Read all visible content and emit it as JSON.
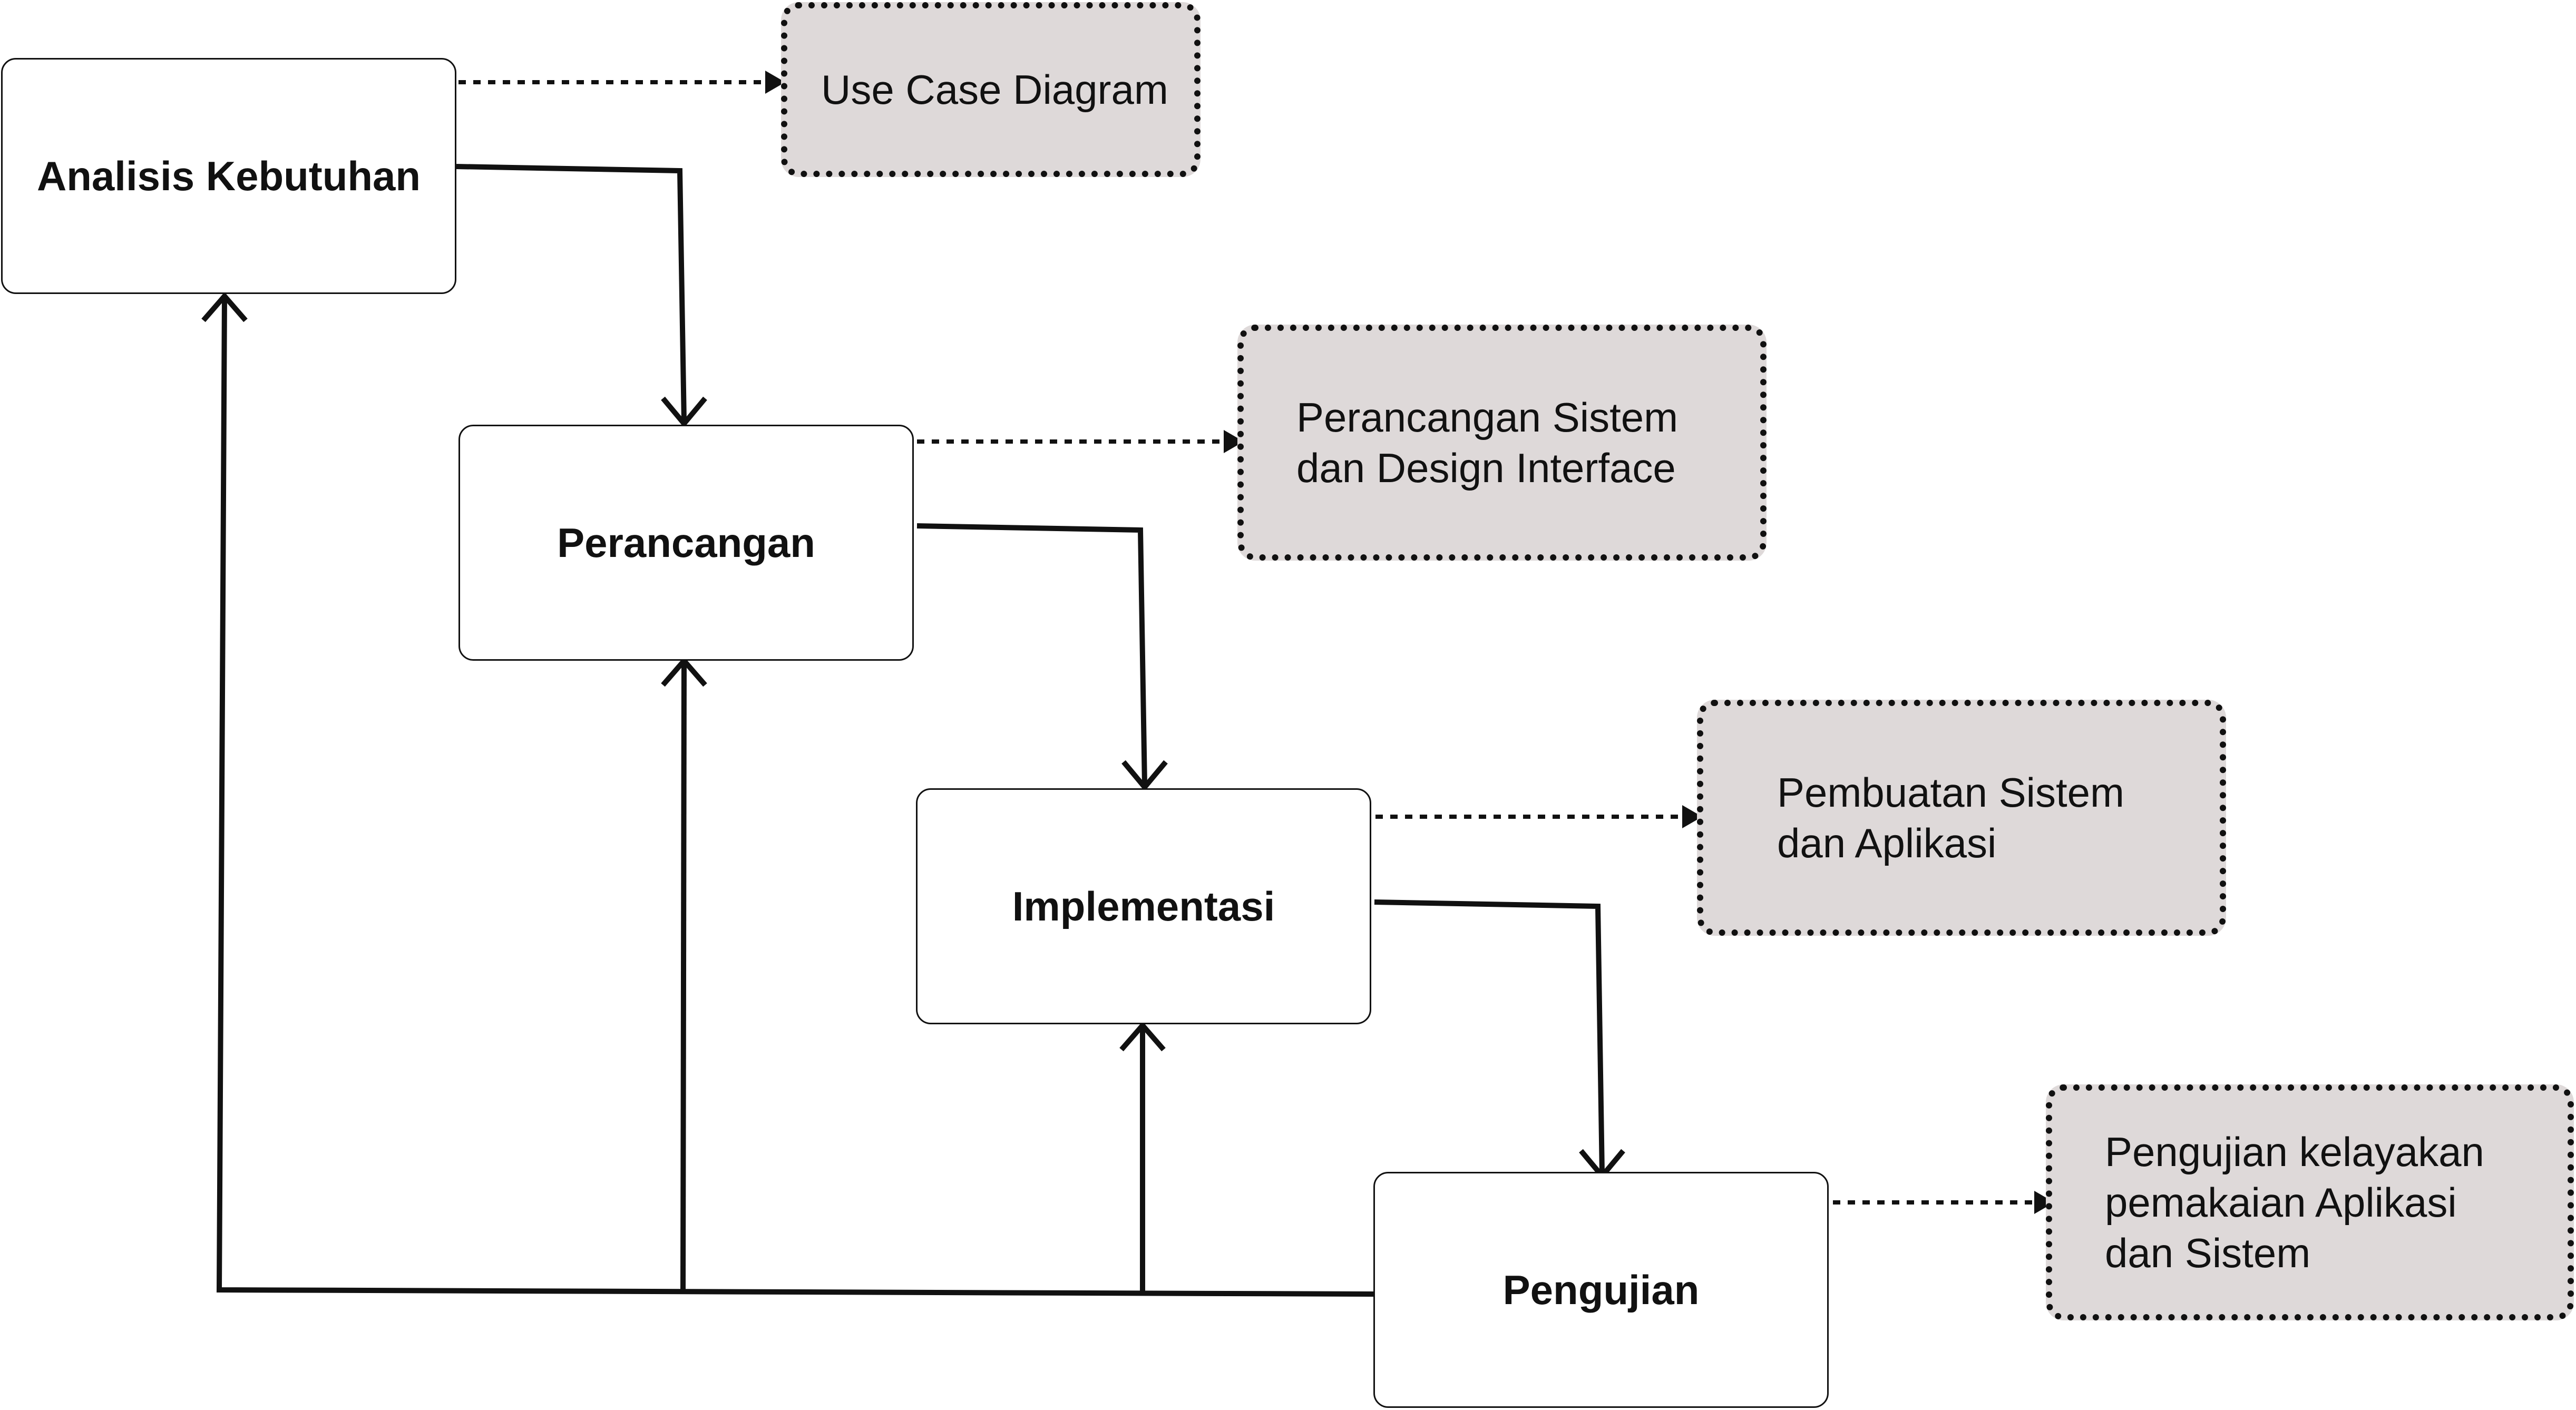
{
  "stages": [
    {
      "id": "analisis",
      "label": "Analisis Kebutuhan"
    },
    {
      "id": "perancangan",
      "label": "Perancangan"
    },
    {
      "id": "implementasi",
      "label": "Implementasi"
    },
    {
      "id": "pengujian",
      "label": "Pengujian"
    }
  ],
  "notes": [
    {
      "id": "use-case",
      "lines": [
        "Use Case Diagram"
      ]
    },
    {
      "id": "perancangan-sistem",
      "lines": [
        "Perancangan Sistem",
        "dan Design Interface"
      ]
    },
    {
      "id": "pembuatan-sistem",
      "lines": [
        "Pembuatan Sistem",
        "dan Aplikasi"
      ]
    },
    {
      "id": "pengujian-kelayakan",
      "lines": [
        "Pengujian kelayakan",
        "pemakaian Aplikasi",
        "dan Sistem"
      ]
    }
  ],
  "colors": {
    "stroke": "#111111",
    "note_fill": "#ded9d9",
    "box_fill": "#ffffff"
  }
}
